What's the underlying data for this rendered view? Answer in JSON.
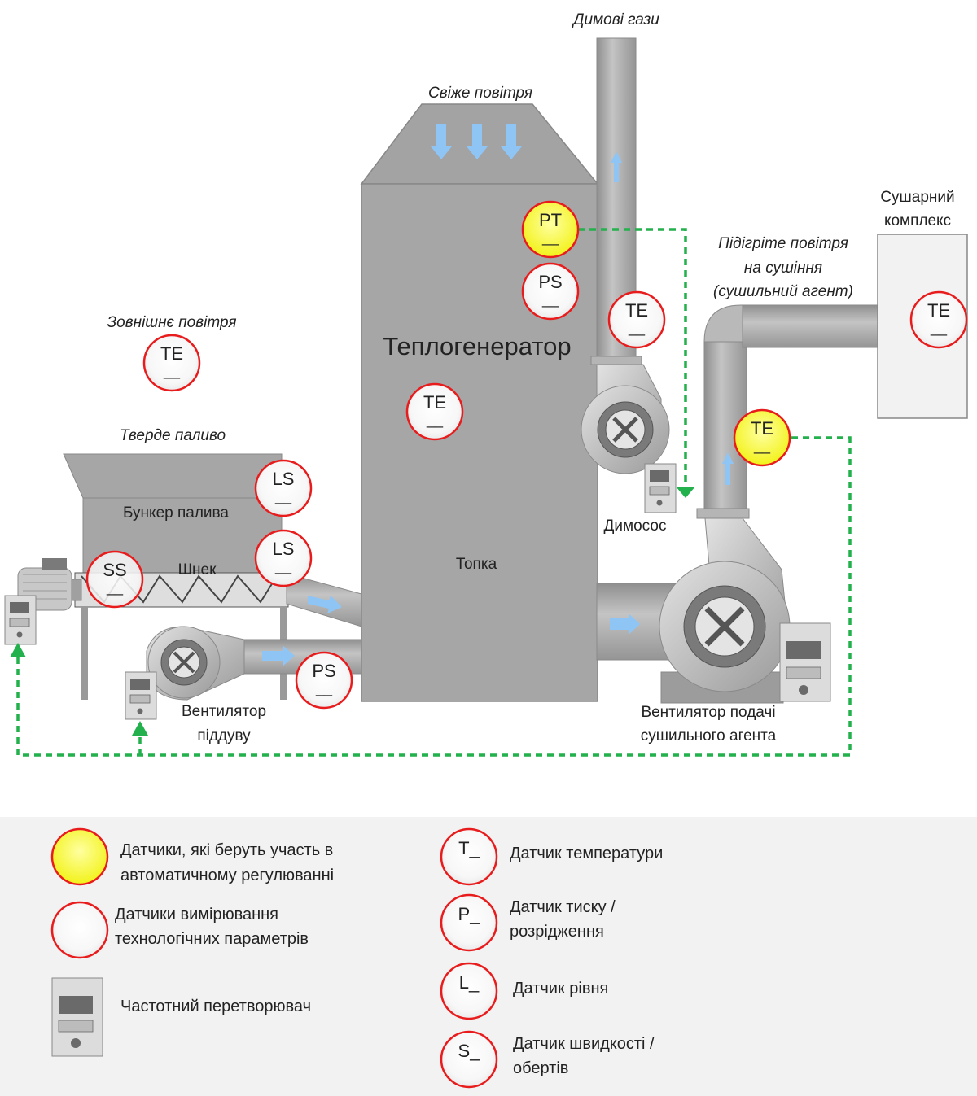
{
  "labels": {
    "flue_gases": "Димові гази",
    "fresh_air": "Свіже повітря",
    "outside_air": "Зовнішнє повітря",
    "heat_generator": "Теплогенератор",
    "solid_fuel": "Тверде паливо",
    "fuel_bunker": "Бункер палива",
    "auger": "Шнек",
    "furnace": "Топка",
    "smoke_exhauster": "Димосос",
    "dryer_complex_line1": "Сушарний",
    "dryer_complex_line2": "комплекс",
    "heated_air_line1": "Підігріте повітря",
    "heated_air_line2": "на сушіння",
    "heated_air_line3": "(сушильний агент)",
    "blower_fan_line1": "Вентилятор",
    "blower_fan_line2": "піддуву",
    "dry_agent_fan_line1": "Вентилятор подачі",
    "dry_agent_fan_line2": "сушильного агента"
  },
  "sensors": {
    "pt_chimney": {
      "tag": "PT",
      "mark": "__",
      "active": true
    },
    "ps_generator": {
      "tag": "PS",
      "mark": "__",
      "active": false
    },
    "te_chimney": {
      "tag": "TE",
      "mark": "__",
      "active": false
    },
    "te_outside": {
      "tag": "TE",
      "mark": "__",
      "active": false
    },
    "te_furnace": {
      "tag": "TE",
      "mark": "__",
      "active": false
    },
    "te_dryer": {
      "tag": "TE",
      "mark": "__",
      "active": false
    },
    "te_dry_agent": {
      "tag": "TE",
      "mark": "__",
      "active": true
    },
    "ls_upper": {
      "tag": "LS",
      "mark": "__",
      "active": false
    },
    "ls_lower": {
      "tag": "LS",
      "mark": "__",
      "active": false
    },
    "ss_auger": {
      "tag": "SS",
      "mark": "__",
      "active": false
    },
    "ps_blower": {
      "tag": "PS",
      "mark": "__",
      "active": false
    }
  },
  "legend": {
    "active_sensors_line1": "Датчики, які беруть участь в",
    "active_sensors_line2": "автоматичному регулюванні",
    "measure_sensors_line1": "Датчики вимірювання",
    "measure_sensors_line2": "технологічних параметрів",
    "frequency_converter": "Частотний перетворювач",
    "t_code": "T_",
    "t_desc": "Датчик температури",
    "p_code": "P_",
    "p_desc_line1": "Датчик тиску /",
    "p_desc_line2": "розрідження",
    "l_code": "L_",
    "l_desc": "Датчик рівня",
    "s_code": "S_",
    "s_desc_line1": "Датчик швидкості /",
    "s_desc_line2": "обертів"
  },
  "colors": {
    "equipment": "#a6a6a6",
    "equipment_dark": "#8c8c8c",
    "sensor_border": "#e81c1c",
    "active_sensor": "#ffff00",
    "control_line": "#22b14c",
    "flow_arrow": "#8ec5f5",
    "legend_bg": "#f2f2f2"
  }
}
